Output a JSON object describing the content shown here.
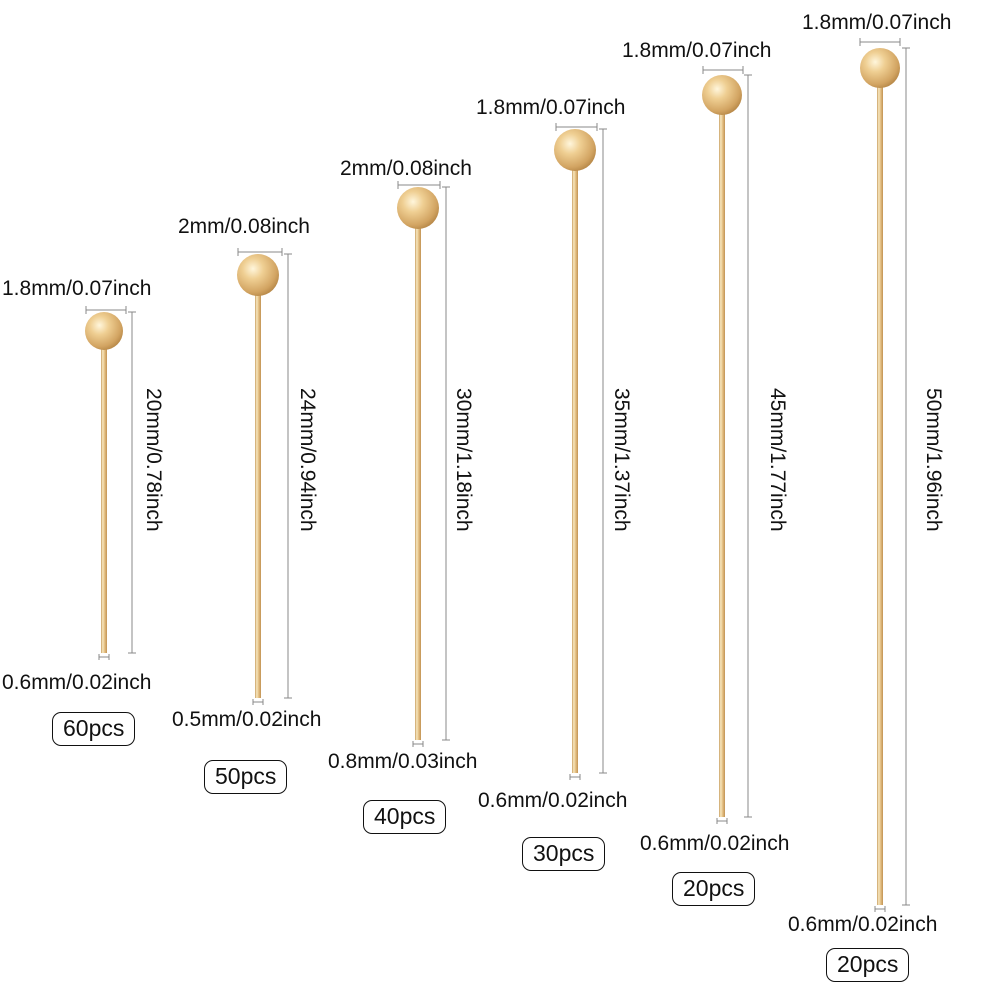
{
  "pins": [
    {
      "head_size": "1.8mm/0.07inch",
      "length": "20mm/0.78inch",
      "wire_size": "0.6mm/0.02inch",
      "quantity": "60pcs"
    },
    {
      "head_size": "2mm/0.08inch",
      "length": "24mm/0.94inch",
      "wire_size": "0.5mm/0.02inch",
      "quantity": "50pcs"
    },
    {
      "head_size": "2mm/0.08inch",
      "length": "30mm/1.18inch",
      "wire_size": "0.8mm/0.03inch",
      "quantity": "40pcs"
    },
    {
      "head_size": "1.8mm/0.07inch",
      "length": "35mm/1.37inch",
      "wire_size": "0.6mm/0.02inch",
      "quantity": "30pcs"
    },
    {
      "head_size": "1.8mm/0.07inch",
      "length": "45mm/1.77inch",
      "wire_size": "0.6mm/0.02inch",
      "quantity": "20pcs"
    },
    {
      "head_size": "1.8mm/0.07inch",
      "length": "50mm/1.96inch",
      "wire_size": "0.6mm/0.02inch",
      "quantity": "20pcs"
    }
  ],
  "colors": {
    "gold_light": "#f6e2b4",
    "gold_mid": "#dfb777",
    "gold_dark": "#b98a4a",
    "dimension_line": "#888888",
    "text": "#111111"
  }
}
